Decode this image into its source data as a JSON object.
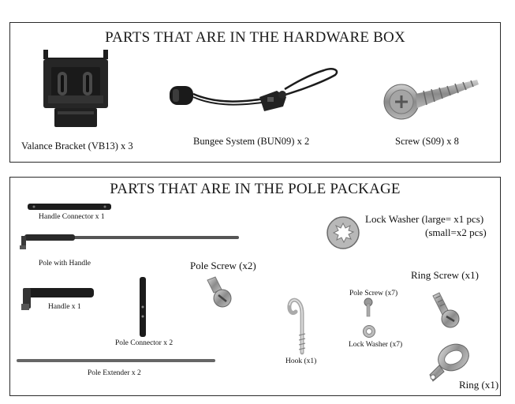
{
  "hardware_box": {
    "title": "PARTS THAT ARE IN THE HARDWARE BOX",
    "items": [
      {
        "label": "Valance Bracket (VB13) x 3",
        "icon": "valance-bracket-icon"
      },
      {
        "label": "Bungee System (BUN09) x 2",
        "icon": "bungee-system-icon"
      },
      {
        "label": "Screw (S09) x 8",
        "icon": "screw-icon"
      }
    ]
  },
  "pole_package": {
    "title": "PARTS THAT ARE IN THE POLE PACKAGE",
    "items": [
      {
        "label": "Handle Connector x 1",
        "icon": "handle-connector-icon"
      },
      {
        "label": "Pole with Handle",
        "icon": "pole-with-handle-icon"
      },
      {
        "label": "Handle x 1",
        "icon": "handle-icon"
      },
      {
        "label": "Pole Connector x 2",
        "icon": "pole-connector-icon"
      },
      {
        "label": "Pole Extender x 2",
        "icon": "pole-extender-icon"
      },
      {
        "label": "Pole Screw (x2)",
        "icon": "pole-screw-icon"
      },
      {
        "label": "Hook (x1)",
        "icon": "hook-icon"
      },
      {
        "label": "Pole Screw (x7)",
        "icon": "small-pole-screw-icon"
      },
      {
        "label": "Lock Washer (x7)",
        "icon": "small-lock-washer-icon"
      },
      {
        "label": "Lock Washer (large= x1 pcs)",
        "icon": "lock-washer-icon"
      },
      {
        "label": "(small=x2 pcs)",
        "icon": ""
      },
      {
        "label": "Ring Screw (x1)",
        "icon": "ring-screw-icon"
      },
      {
        "label": "Ring (x1)",
        "icon": "ring-icon"
      }
    ]
  }
}
